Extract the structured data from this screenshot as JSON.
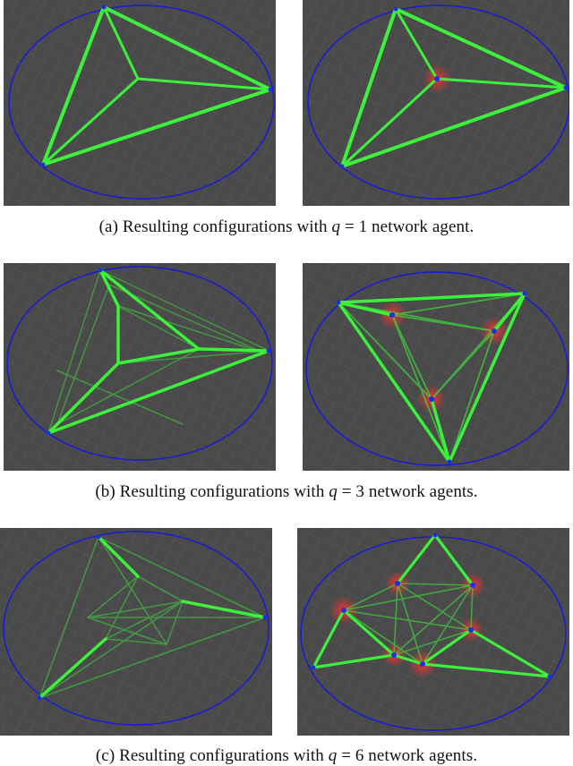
{
  "figure": {
    "caption_a": {
      "prefix": "(a)  Resulting configurations with ",
      "var": "q",
      "rest": " = 1 network agent."
    },
    "caption_b": {
      "prefix": "(b)  Resulting configurations with ",
      "var": "q",
      "rest": " = 3 network agents."
    },
    "caption_c": {
      "prefix": "(c)  Resulting configurations with ",
      "var": "q",
      "rest": " = 6 network agents."
    }
  },
  "colors": {
    "boundary": "#1a1ad8",
    "edge": "#3cf03c",
    "agent": "#1e2ee0",
    "halo": "#e0302a",
    "ground": "#4b4b4b"
  }
}
